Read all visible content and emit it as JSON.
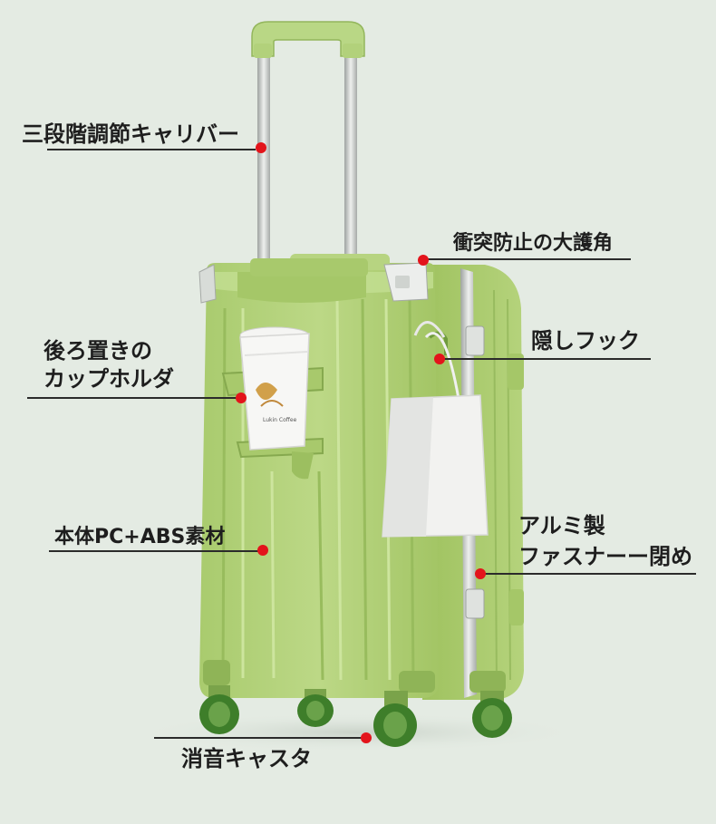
{
  "callouts": {
    "handle": "三段階調節キャリバー",
    "corner": "衝突防止の大護角",
    "hook": "隠しフック",
    "cup_line1": "後ろ置きの",
    "cup_line2": "カップホルダ",
    "material": "本体PC+ABS素材",
    "frame_line1": "アルミ製",
    "frame_line2": "ファスナーー閉め",
    "wheels": "消音キャスタ"
  },
  "cup": {
    "brand": "Lukin Coffee"
  },
  "colors": {
    "background": "#e4ebe3",
    "shell": "#b3d17b",
    "shell_dark": "#8fb457",
    "frame": "#c9ccc9",
    "dot": "#e3141b",
    "wheel": "#3e7e2a"
  }
}
